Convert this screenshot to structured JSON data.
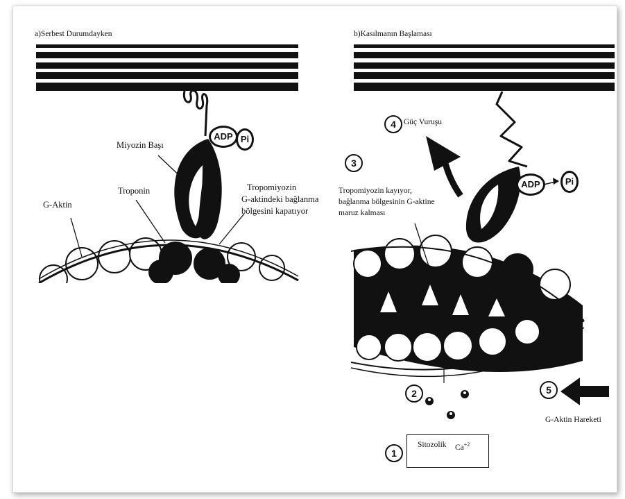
{
  "panel_a": {
    "title": "a)Serbest Durumdayken",
    "myosin_head": "Miyozin Başı",
    "troponin": "Troponin",
    "g_actin": "G-Aktin",
    "tropomyosin_lines": [
      "Tropomiyozin",
      "G-aktindeki bağlanma",
      "bölgesini kapatıyor"
    ],
    "adp": "ADP",
    "pi": "Pi"
  },
  "panel_b": {
    "title": "b)Kasılmanın Başlaması",
    "step4_label": "Güç Vuruşu",
    "tropomyosin_lines": [
      "Tropomiyozin kayıyor,",
      "bağlanma bölgesinin G-aktine",
      "maruz kalması"
    ],
    "adp": "ADP",
    "pi": "Pi",
    "actin_movement": "G-Aktin Hareketi",
    "cytosolic_ca": "Sitozolik",
    "ca_symbol": "Ca",
    "ca_charge": "+2"
  },
  "steps": {
    "s1": "1",
    "s2": "2",
    "s3": "3",
    "s4": "4",
    "s5": "5"
  },
  "colors": {
    "ink": "#111111",
    "paper": "#ffffff"
  }
}
